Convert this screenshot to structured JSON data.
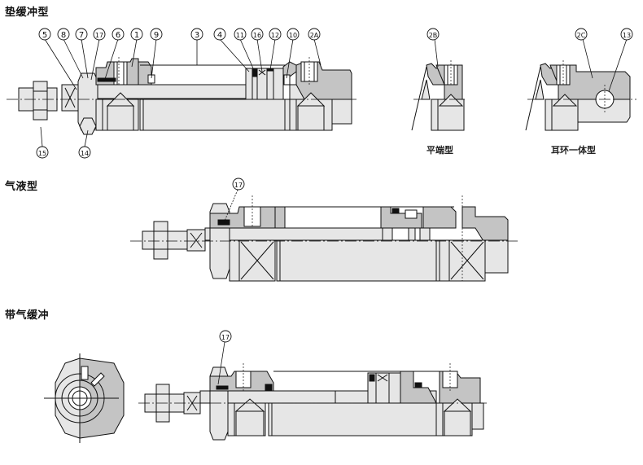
{
  "sections": [
    {
      "id": "rubber-cushion",
      "title": "垫缓冲型",
      "callouts_top": [
        "5",
        "8",
        "7",
        "17",
        "6",
        "1",
        "9",
        "3",
        "4",
        "11",
        "16",
        "12",
        "10",
        "2A"
      ],
      "callouts_bottom": [
        "15",
        "14"
      ]
    },
    {
      "id": "air-hydro",
      "title": "气液型",
      "callouts_top": [
        "17"
      ]
    },
    {
      "id": "air-cushion",
      "title": "带气缓冲",
      "callouts_top": [
        "17"
      ]
    }
  ],
  "variants": [
    {
      "id": "flat-end",
      "callout": "2B",
      "caption": "平端型"
    },
    {
      "id": "integrated-clevis",
      "callouts": [
        "2C",
        "13"
      ],
      "caption": "耳环一体型"
    }
  ],
  "colors": {
    "part_fill": "#e6e6e6",
    "section_fill": "#c4c4c4",
    "seal_fill": "#111111",
    "line": "#111111"
  }
}
